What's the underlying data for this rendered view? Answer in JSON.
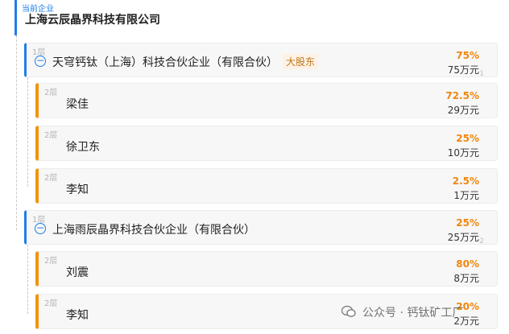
{
  "root": {
    "label": "当前企业",
    "name": "上海云辰晶界科技有限公司"
  },
  "groups": [
    {
      "layer": "1层",
      "name": "天穹钙钛（上海）科技合伙企业（有限合伙）",
      "tag": "大股东",
      "percent": "75%",
      "amount": "75万元",
      "index": "1",
      "children": [
        {
          "layer": "2层",
          "name": "梁佳",
          "percent": "72.5%",
          "amount": "29万元"
        },
        {
          "layer": "2层",
          "name": "徐卫东",
          "percent": "25%",
          "amount": "10万元"
        },
        {
          "layer": "2层",
          "name": "李知",
          "percent": "2.5%",
          "amount": "1万元"
        }
      ]
    },
    {
      "layer": "1层",
      "name": "上海雨辰晶界科技合伙企业（有限合伙）",
      "percent": "25%",
      "amount": "25万元",
      "index": "2",
      "children": [
        {
          "layer": "2层",
          "name": "刘震",
          "percent": "80%",
          "amount": "8万元"
        },
        {
          "layer": "2层",
          "name": "李知",
          "percent": "20%",
          "amount": "2万元"
        }
      ]
    }
  ],
  "watermark": "公众号 · 钙钛矿工厂",
  "colors": {
    "primary": "#1f7ee6",
    "accent": "#f0860d"
  }
}
